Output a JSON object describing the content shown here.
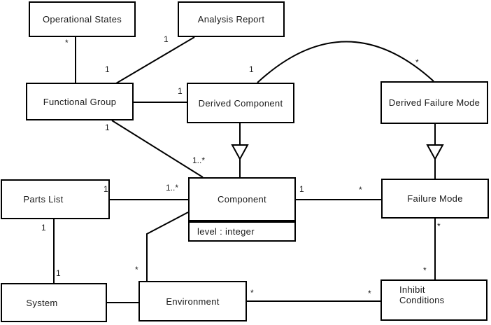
{
  "diagram": {
    "type": "uml-class-diagram",
    "background_color": "#ffffff",
    "line_color": "#000000",
    "text_color": "#1a1a1a",
    "classes": {
      "operational_states": {
        "name": "Operational States"
      },
      "analysis_report": {
        "name": "Analysis Report"
      },
      "functional_group": {
        "name": "Functional Group"
      },
      "derived_component": {
        "name": "Derived Component"
      },
      "derived_failure_mode": {
        "name": "Derived Failure Mode"
      },
      "parts_list": {
        "name": "Parts List"
      },
      "component": {
        "name": "Component",
        "attributes": [
          "level : integer"
        ]
      },
      "failure_mode": {
        "name": "Failure Mode"
      },
      "system": {
        "name": "System"
      },
      "environment": {
        "name": "Environment"
      },
      "inhibit_conditions": {
        "name": "Inhibit Conditions"
      }
    },
    "multiplicity_labels": {
      "star_operational_states": "*",
      "one_functional_group_top": "1",
      "one_analysis_report": "1",
      "one_derived_component_left": "1",
      "one_arc_derived_component": "1",
      "star_arc_derived_failure_mode": "*",
      "one_functional_group_bottom": "1",
      "onestar_component_top": "1..*",
      "onestar_component_left": "1..*",
      "one_parts_list_corner": "1",
      "one_component_right": "1",
      "star_failure_mode_left": "*",
      "one_parts_list_bottom": "1",
      "one_system_top": "1",
      "star_environment_top": "*",
      "star_environment_right": "*",
      "star_inhibit_left": "*",
      "star_failure_mode_bottom": "*",
      "star_inhibit_top": "*"
    },
    "relationships": [
      {
        "from": "Operational States",
        "to": "Functional Group",
        "type": "association",
        "from_mult": "*",
        "to_mult": "1"
      },
      {
        "from": "Analysis Report",
        "to": "Functional Group",
        "type": "association",
        "from_mult": "1",
        "to_mult": "1"
      },
      {
        "from": "Functional Group",
        "to": "Derived Component",
        "type": "association",
        "from_mult": "",
        "to_mult": "1"
      },
      {
        "from": "Functional Group",
        "to": "Component",
        "type": "association",
        "from_mult": "1",
        "to_mult": "1..*"
      },
      {
        "from": "Derived Component",
        "to": "Component",
        "type": "generalization"
      },
      {
        "from": "Derived Component",
        "to": "Derived Failure Mode",
        "type": "association",
        "from_mult": "1",
        "to_mult": "*"
      },
      {
        "from": "Derived Failure Mode",
        "to": "Failure Mode",
        "type": "generalization"
      },
      {
        "from": "Parts List",
        "to": "Component",
        "type": "association",
        "from_mult": "1",
        "to_mult": "1..*"
      },
      {
        "from": "Component",
        "to": "Failure Mode",
        "type": "association",
        "from_mult": "1",
        "to_mult": "*"
      },
      {
        "from": "Parts List",
        "to": "System",
        "type": "association",
        "from_mult": "1",
        "to_mult": "1"
      },
      {
        "from": "System",
        "to": "Environment",
        "type": "association",
        "from_mult": "",
        "to_mult": ""
      },
      {
        "from": "Environment",
        "to": "Component",
        "type": "association",
        "from_mult": "*",
        "to_mult": ""
      },
      {
        "from": "Environment",
        "to": "Inhibit Conditions",
        "type": "association",
        "from_mult": "*",
        "to_mult": "*"
      },
      {
        "from": "Failure Mode",
        "to": "Inhibit Conditions",
        "type": "association",
        "from_mult": "*",
        "to_mult": "*"
      }
    ]
  }
}
